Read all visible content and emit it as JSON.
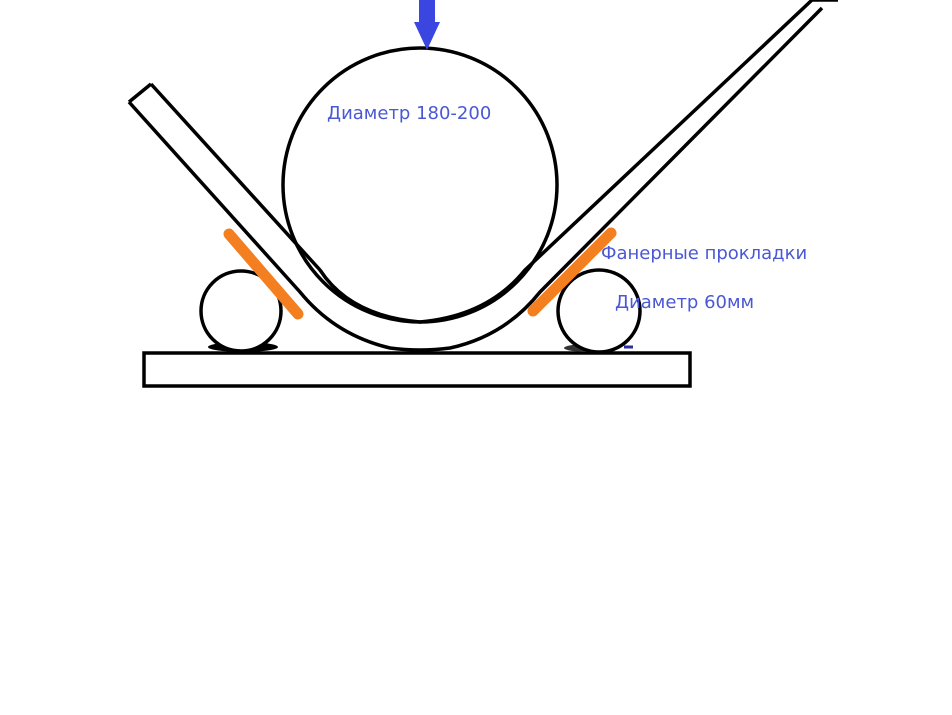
{
  "labels": {
    "large_diameter": "Диаметр 180-200",
    "pads": "Фанерные прокладки",
    "small_diameter": "Диаметр 60мм"
  },
  "colors": {
    "outline": "#000000",
    "label_text": "#4a58d4",
    "force_arrow": "#3b46e0",
    "pads": "#f47f20"
  },
  "icons": {
    "force": "down-arrow-icon"
  }
}
